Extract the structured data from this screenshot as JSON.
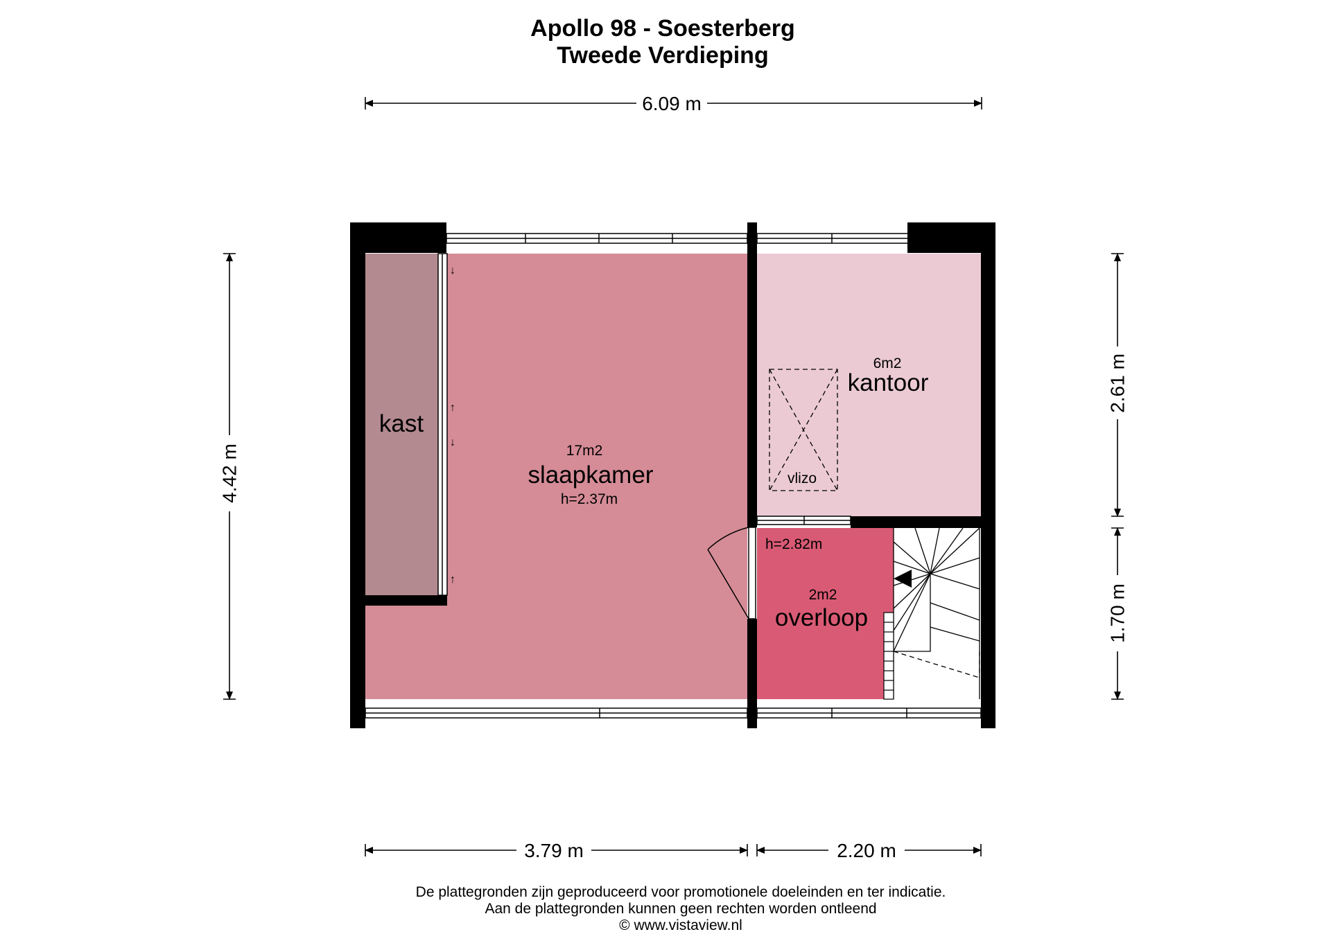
{
  "header": {
    "title": "Apollo 98 - Soesterberg",
    "subtitle": "Tweede Verdieping"
  },
  "dimensions": {
    "top_width": "6.09 m",
    "left_height": "4.42 m",
    "right_upper": "2.61 m",
    "right_lower": "1.70 m",
    "bottom_left": "3.79 m",
    "bottom_right": "2.20 m"
  },
  "rooms": {
    "kast": {
      "name": "kast",
      "color": "#b38a90"
    },
    "slaapkamer": {
      "area": "17m2",
      "name": "slaapkamer",
      "height": "h=2.37m",
      "color": "#d58c97"
    },
    "kantoor": {
      "area": "6m2",
      "name": "kantoor",
      "color": "#ebcad4"
    },
    "vlizo": {
      "name": "vlizo"
    },
    "overloop": {
      "area": "2m2",
      "name": "overloop",
      "height": "h=2.82m",
      "color": "#d95a74"
    }
  },
  "footer": {
    "line1": "De plattegronden zijn geproduceerd voor promotionele doeleinden en ter indicatie.",
    "line2": "Aan de plattegronden kunnen geen rechten worden ontleend",
    "line3": "© www.vistaview.nl"
  }
}
